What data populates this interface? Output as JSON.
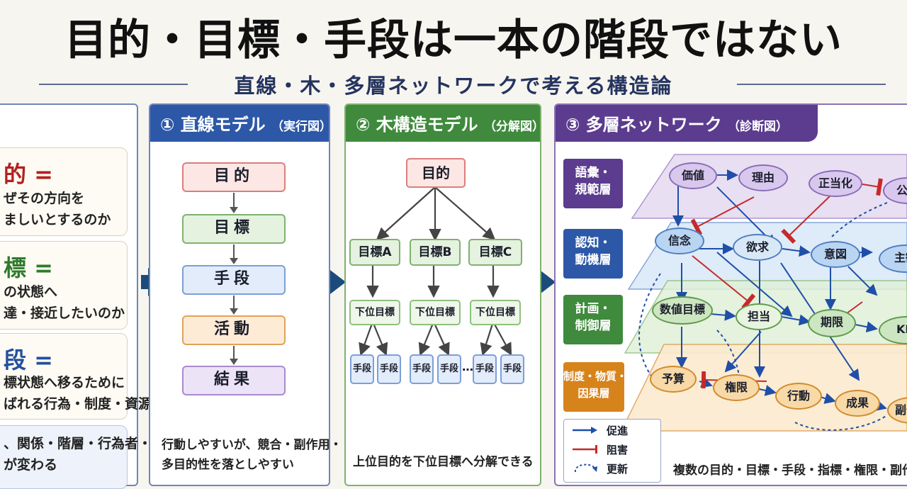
{
  "title": "目的・目標・手段は一本の階段ではない",
  "subtitle": "直線・木・多層ネットワークで考える構造論",
  "definitions": [
    {
      "head": "的 =",
      "lines": [
        "ぜその方向を",
        "ましいとするのか"
      ]
    },
    {
      "head": "標 =",
      "lines": [
        "の状態へ",
        "達・接近したいのか"
      ]
    },
    {
      "head": "段 =",
      "lines": [
        "標状態へ移るために",
        "ばれる行為・制度・資源"
      ]
    },
    {
      "head": "",
      "lines": [
        "、関係・階層・行為者・",
        "が変わる"
      ]
    }
  ],
  "panel1": {
    "num": "①",
    "title": "直線モデル",
    "sub": "（実行図）",
    "boxes": [
      "目的",
      "目標",
      "手段",
      "活動",
      "結果"
    ],
    "caption": [
      "行動しやすいが、競合・副作用・",
      "多目的性を落としやすい"
    ]
  },
  "panel2": {
    "num": "②",
    "title": "木構造モデル",
    "sub": "（分解図）",
    "root": "目的",
    "goals": [
      "目標A",
      "目標B",
      "目標C"
    ],
    "sub_goal": "下位目標",
    "means": [
      "手段",
      "手段",
      "手段",
      "手段",
      "手段",
      "手段"
    ],
    "ellipsis": "…",
    "caption": "上位目的を下位目標へ分解できる"
  },
  "panel3": {
    "num": "③",
    "title": "多層ネットワーク",
    "sub": "（診断図）",
    "layers": [
      "語彙・\n規範層",
      "認知・\n動機層",
      "計画・\n制御層",
      "制度・物質・\n因果層"
    ],
    "nodes": {
      "n_value": "価値",
      "n_reason": "理由",
      "n_just": "正当化",
      "n_public": "公共",
      "n_belief": "信念",
      "n_desire": "欲求",
      "n_intent": "意図",
      "n_subject": "主観",
      "n_numgoal": "数値目標",
      "n_charge": "担当",
      "n_deadline": "期限",
      "n_kpi": "KPI",
      "n_budget": "予算",
      "n_authority": "権限",
      "n_action": "行動",
      "n_outcome": "成果",
      "n_side": "副作用"
    },
    "legend": [
      "促進",
      "阻害",
      "更新"
    ],
    "caption": "複数の目的・目標・手段・指標・権限・副作用"
  },
  "colors": {
    "navy": "#1b4b7a",
    "blue": "#2d58a8",
    "green": "#3f8a3c",
    "purple": "#5b3c8e",
    "promote": "#1f4fa8",
    "inhibit": "#c62a2a"
  }
}
